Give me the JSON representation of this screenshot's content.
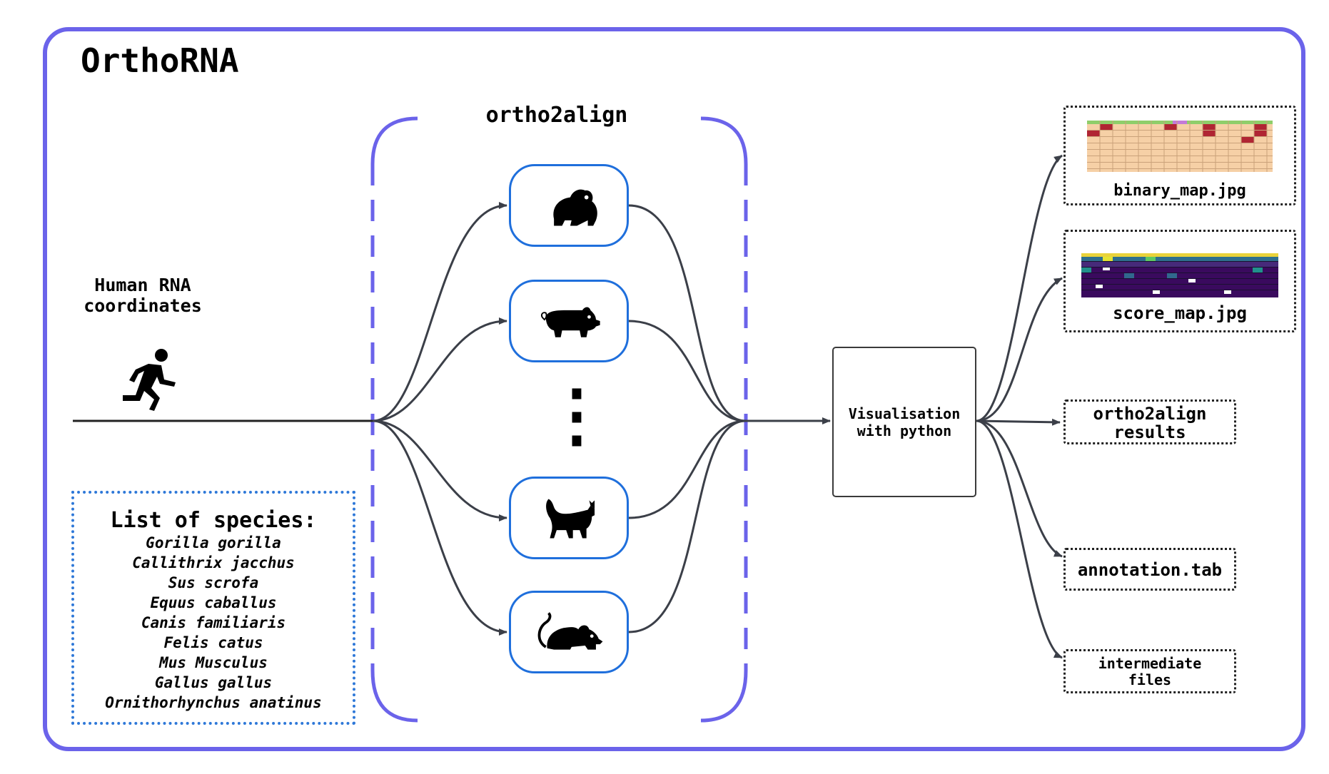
{
  "title": "OrthoRNA",
  "tool_name": "ortho2align",
  "input_label": "Human RNA\ncoordinates",
  "species_list": {
    "heading": "List of species:",
    "items": [
      "Gorilla gorilla",
      "Callithrix jacchus",
      "Sus scrofa",
      "Equus caballus",
      "Canis familiaris",
      "Felis catus",
      "Mus Musculus",
      "Gallus gallus",
      "Ornithorhynchus anatinus"
    ]
  },
  "animals": [
    {
      "icon": "gorilla-icon"
    },
    {
      "icon": "pig-icon"
    },
    {
      "icon": "cat-icon"
    },
    {
      "icon": "mouse-icon"
    }
  ],
  "ellipsis": "⋮",
  "processing_label": "Visualisation\nwith python",
  "outputs": [
    {
      "label": "binary_map.jpg"
    },
    {
      "label": "score_map.jpg"
    },
    {
      "label": "ortho2align\nresults"
    },
    {
      "label": "annotation.tab"
    },
    {
      "label": "intermediate\nfiles"
    }
  ],
  "colors": {
    "frame": "#6b63ea",
    "animal_border": "#1f6fdc",
    "species_border": "#2e78d8",
    "connector": "#3b3f48"
  }
}
